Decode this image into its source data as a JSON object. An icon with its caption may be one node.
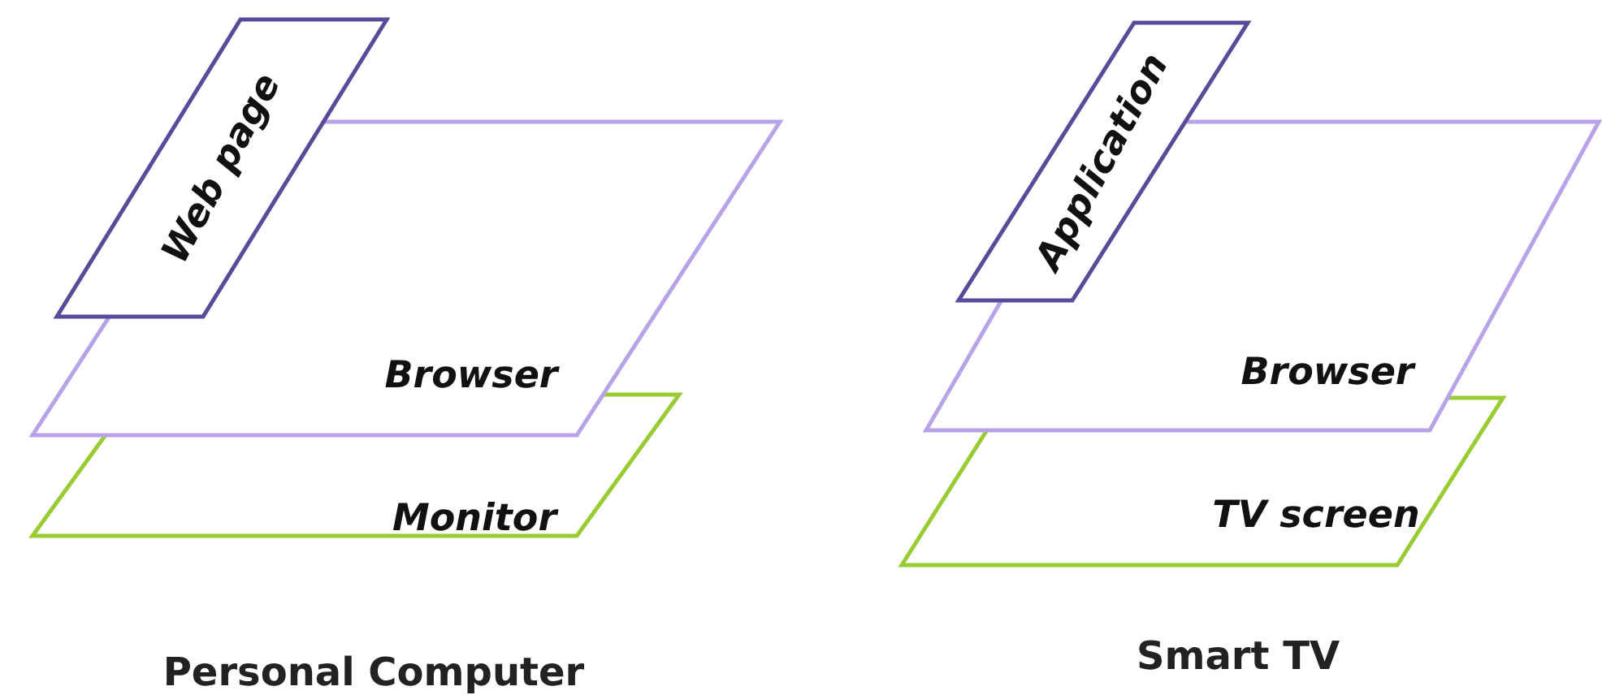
{
  "diagram": {
    "nodes": [
      {
        "text": [
          "Monitor"
        ]
      },
      {
        "text": [
          "Browser"
        ]
      },
      {
        "text": [
          "Web page"
        ]
      },
      {
        "text": [
          "TV screen"
        ]
      },
      {
        "text": [
          "Browser"
        ]
      },
      {
        "text": [
          "Application"
        ]
      }
    ],
    "labels": [
      "Personal Computer",
      "Smart TV"
    ]
  }
}
